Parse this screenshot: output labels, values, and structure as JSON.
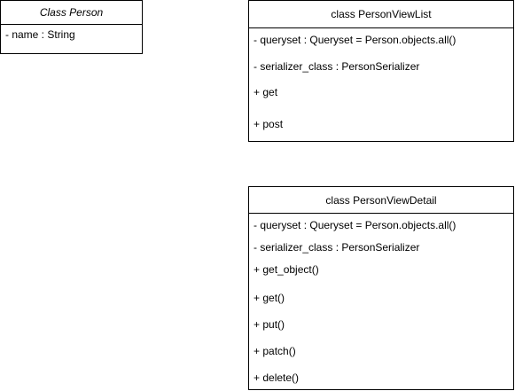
{
  "person": {
    "title": "Class Person",
    "attributes": [
      "- name :  String"
    ]
  },
  "person_view_list": {
    "title": "class PersonViewList",
    "members": [
      "- queryset : Queryset = Person.objects.all()",
      "- serializer_class : PersonSerializer",
      "+ get",
      "+ post"
    ]
  },
  "person_view_detail": {
    "title": "class PersonViewDetail",
    "members": [
      "- queryset : Queryset = Person.objects.all()",
      "- serializer_class : PersonSerializer",
      "+ get_object()",
      "+ get()",
      "+ put()",
      "+ patch()",
      "+ delete()"
    ]
  }
}
